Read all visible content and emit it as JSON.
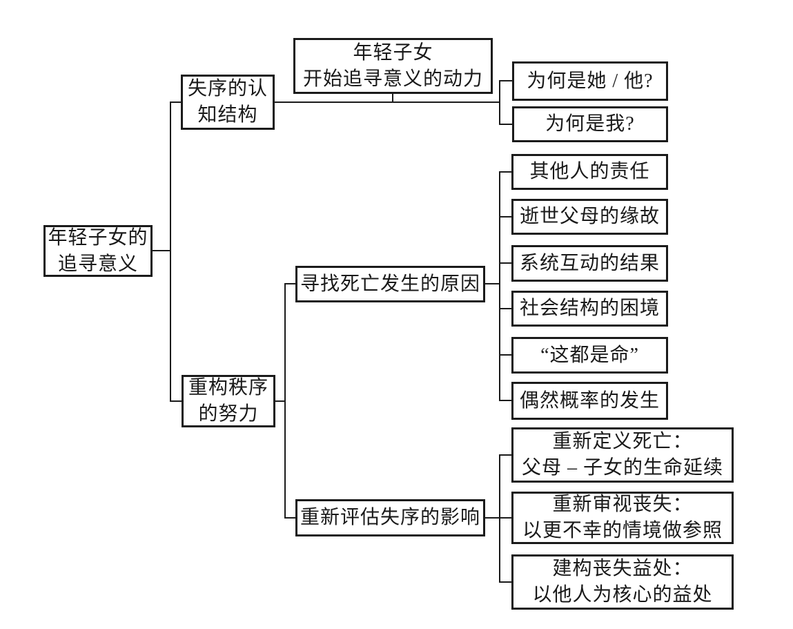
{
  "diagram": {
    "background_color": "#ffffff",
    "line_color": "#1a1a1a",
    "nodes": {
      "root": {
        "label": "年轻子女的\n追寻意义"
      },
      "disorder": {
        "label": "失序的认\n知结构"
      },
      "motive": {
        "label": "年轻子女\n开始追寻意义的动力"
      },
      "why_other": {
        "label": "为何是她 / 他?"
      },
      "why_me": {
        "label": "为何是我?"
      },
      "rebuild": {
        "label": "重构秩序\n的努力"
      },
      "find_cause": {
        "label": "寻找死亡发生的原因"
      },
      "cause_others": {
        "label": "其他人的责任"
      },
      "cause_parents": {
        "label": "逝世父母的缘故"
      },
      "cause_system": {
        "label": "系统互动的结果"
      },
      "cause_society": {
        "label": "社会结构的困境"
      },
      "cause_fate": {
        "label": "“这都是命”"
      },
      "cause_chance": {
        "label": "偶然概率的发生"
      },
      "reassess": {
        "label": "重新评估失序的影响"
      },
      "redefine": {
        "label": "重新定义死亡：\n父母 – 子女的生命延续"
      },
      "review": {
        "label": "重新审视丧失：\n以更不幸的情境做参照"
      },
      "construct": {
        "label": "建构丧失益处：\n以他人为核心的益处"
      }
    }
  }
}
